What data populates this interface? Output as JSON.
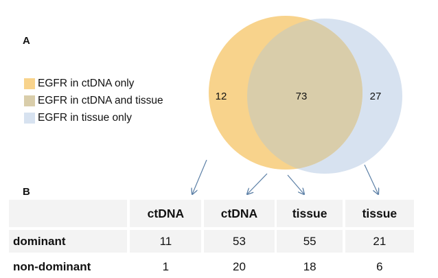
{
  "panels": {
    "a": "A",
    "b": "B"
  },
  "legend": [
    {
      "label": "EGFR in ctDNA only",
      "color": "#f8d38c"
    },
    {
      "label": "EGFR in ctDNA and tissue",
      "color": "#d9cdaa"
    },
    {
      "label": "EGFR in tissue only",
      "color": "#d7e2f0"
    }
  ],
  "venn": {
    "ctdna_only": "12",
    "both": "73",
    "tissue_only": "27",
    "colors": {
      "ctdna": "#f8d38c",
      "overlap": "#d9cdaa",
      "tissue": "#d7e2f0",
      "arrow": "#5b7fa6"
    }
  },
  "table": {
    "headers": [
      "",
      "ctDNA",
      "ctDNA",
      "tissue",
      "tissue"
    ],
    "rows": [
      {
        "label": "dominant",
        "values": [
          "11",
          "53",
          "55",
          "21"
        ]
      },
      {
        "label": "non-dominant",
        "values": [
          "1",
          "20",
          "18",
          "6"
        ]
      }
    ]
  }
}
